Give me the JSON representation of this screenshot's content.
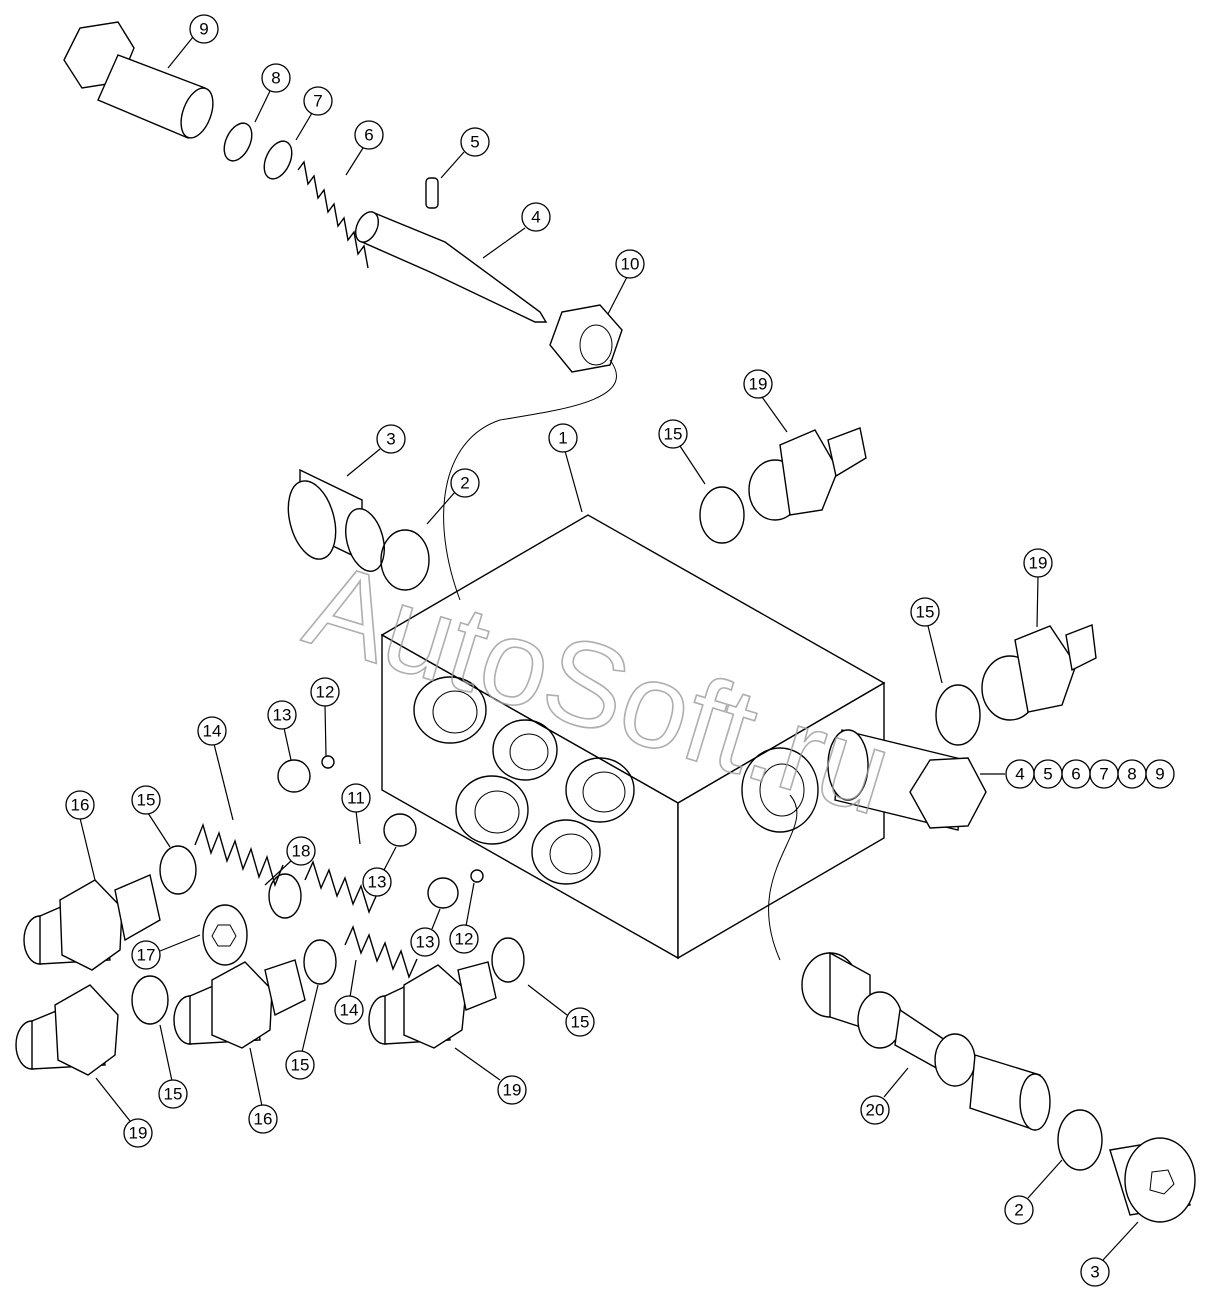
{
  "watermark": "AutoSoft.ru",
  "callouts": [
    {
      "label": "9"
    },
    {
      "label": "8"
    },
    {
      "label": "7"
    },
    {
      "label": "6"
    },
    {
      "label": "5"
    },
    {
      "label": "4"
    },
    {
      "label": "10"
    },
    {
      "label": "19"
    },
    {
      "label": "15"
    },
    {
      "label": "1"
    },
    {
      "label": "3"
    },
    {
      "label": "2"
    },
    {
      "label": "19"
    },
    {
      "label": "15"
    },
    {
      "label": "4"
    },
    {
      "label": "5"
    },
    {
      "label": "6"
    },
    {
      "label": "7"
    },
    {
      "label": "8"
    },
    {
      "label": "9"
    },
    {
      "label": "13"
    },
    {
      "label": "12"
    },
    {
      "label": "14"
    },
    {
      "label": "15"
    },
    {
      "label": "16"
    },
    {
      "label": "11"
    },
    {
      "label": "18"
    },
    {
      "label": "17"
    },
    {
      "label": "13"
    },
    {
      "label": "13"
    },
    {
      "label": "12"
    },
    {
      "label": "14"
    },
    {
      "label": "15"
    },
    {
      "label": "15"
    },
    {
      "label": "19"
    },
    {
      "label": "16"
    },
    {
      "label": "15"
    },
    {
      "label": "19"
    },
    {
      "label": "20"
    },
    {
      "label": "2"
    },
    {
      "label": "3"
    }
  ]
}
